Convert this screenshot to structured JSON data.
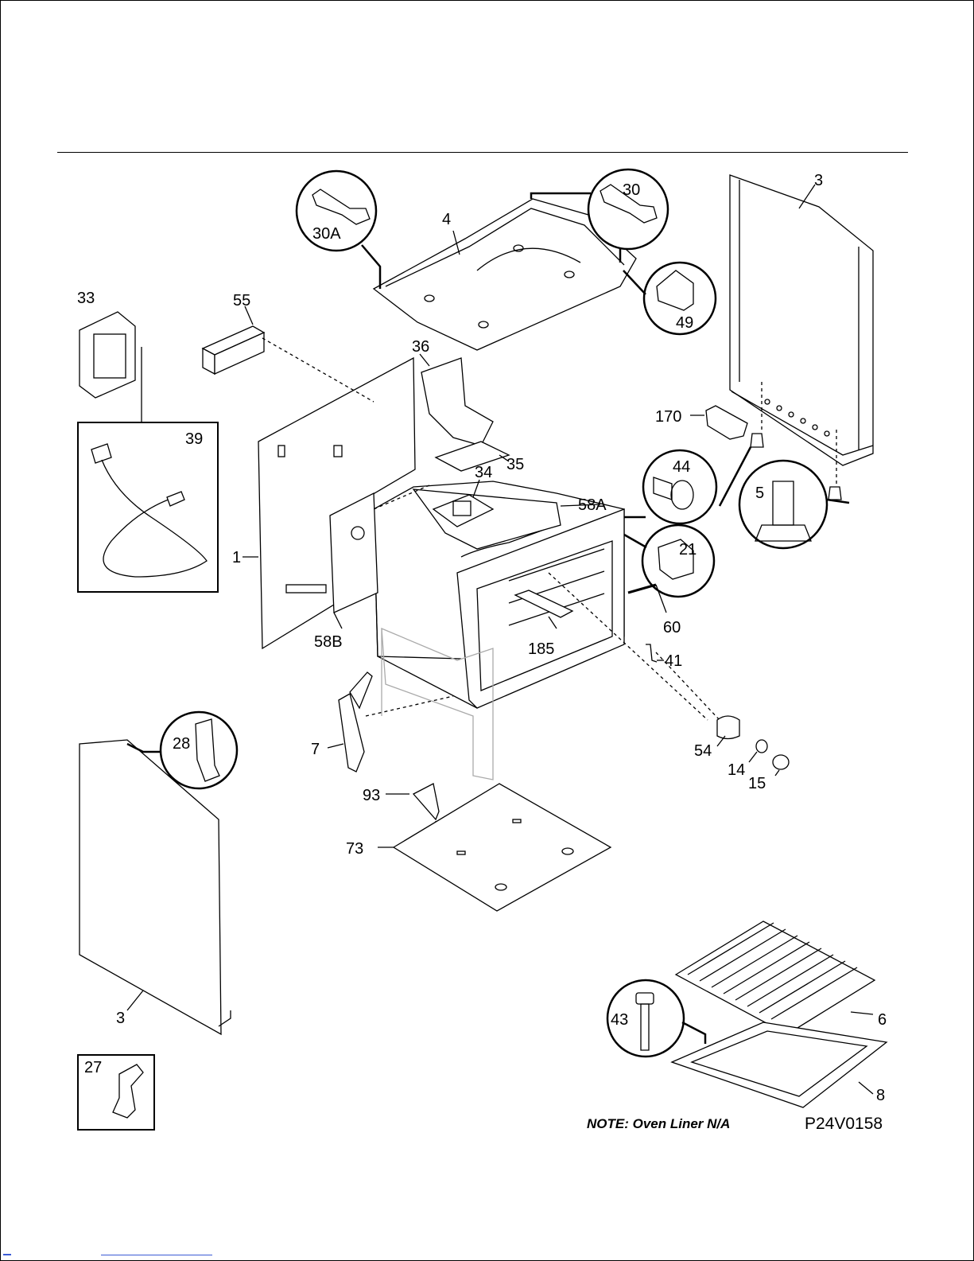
{
  "diagram": {
    "drawing_code": "P24V0158",
    "note": "NOTE: Oven Liner N/A",
    "callouts": {
      "c1": "1",
      "c3_back": "3",
      "c3_side": "3",
      "c4": "4",
      "c5": "5",
      "c6": "6",
      "c7": "7",
      "c8": "8",
      "c14": "14",
      "c15": "15",
      "c21": "21",
      "c27": "27",
      "c28": "28",
      "c30": "30",
      "c30a": "30A",
      "c33": "33",
      "c34": "34",
      "c35": "35",
      "c36": "36",
      "c39": "39",
      "c41": "41",
      "c43": "43",
      "c44": "44",
      "c49": "49",
      "c54": "54",
      "c55": "55",
      "c58a": "58A",
      "c58b": "58B",
      "c60": "60",
      "c73": "73",
      "c93": "93",
      "c170": "170",
      "c185": "185"
    }
  }
}
